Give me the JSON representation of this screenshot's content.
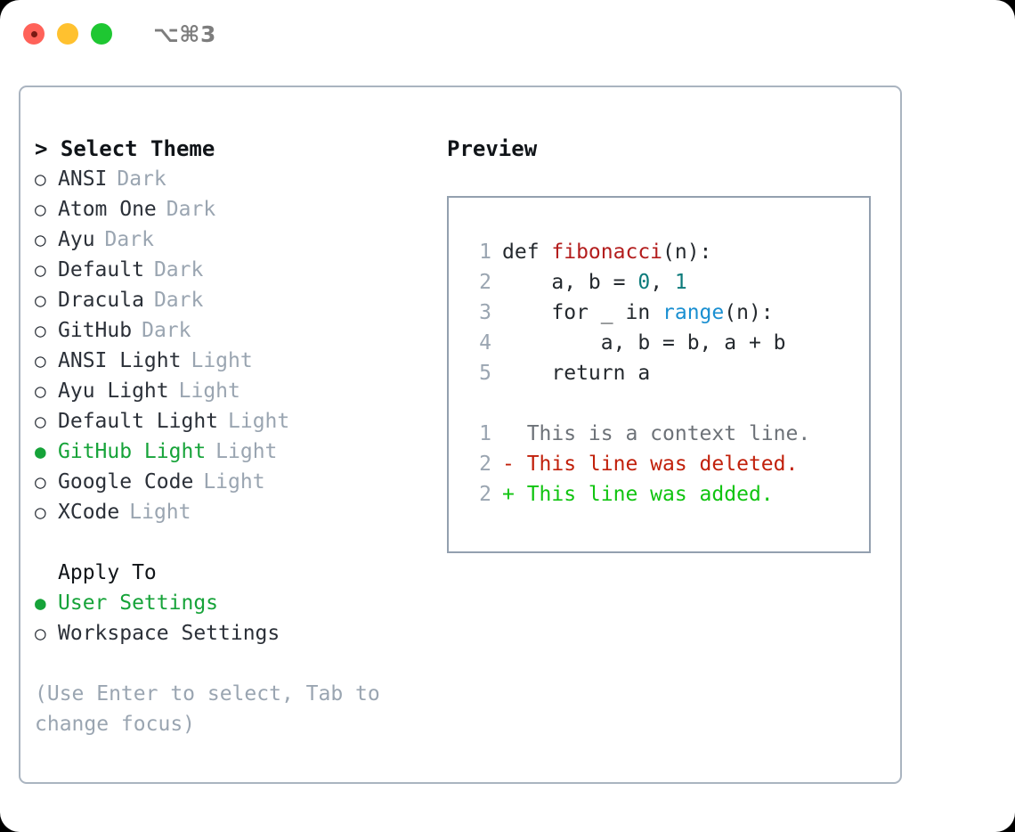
{
  "titlebar": {
    "shortcut": "⌥⌘3",
    "buttons": [
      {
        "name": "close",
        "color": "#ff6259"
      },
      {
        "name": "minimize",
        "color": "#ffc12f"
      },
      {
        "name": "maximize",
        "color": "#1ec732"
      }
    ]
  },
  "theme_picker": {
    "heading": "> Select Theme",
    "options": [
      {
        "bullet": "○",
        "label": "ANSI",
        "tag": "Dark",
        "selected": false
      },
      {
        "bullet": "○",
        "label": "Atom One",
        "tag": "Dark",
        "selected": false
      },
      {
        "bullet": "○",
        "label": "Ayu",
        "tag": "Dark",
        "selected": false
      },
      {
        "bullet": "○",
        "label": "Default",
        "tag": "Dark",
        "selected": false
      },
      {
        "bullet": "○",
        "label": "Dracula",
        "tag": "Dark",
        "selected": false
      },
      {
        "bullet": "○",
        "label": "GitHub",
        "tag": "Dark",
        "selected": false
      },
      {
        "bullet": "○",
        "label": "ANSI Light",
        "tag": "Light",
        "selected": false
      },
      {
        "bullet": "○",
        "label": "Ayu Light",
        "tag": "Light",
        "selected": false
      },
      {
        "bullet": "○",
        "label": "Default Light",
        "tag": "Light",
        "selected": false
      },
      {
        "bullet": "●",
        "label": "GitHub Light",
        "tag": "Light",
        "selected": true
      },
      {
        "bullet": "○",
        "label": "Google Code",
        "tag": "Light",
        "selected": false
      },
      {
        "bullet": "○",
        "label": "XCode",
        "tag": "Light",
        "selected": false
      }
    ]
  },
  "apply_to": {
    "heading": "Apply To",
    "options": [
      {
        "bullet": "●",
        "label": "User Settings",
        "selected": true
      },
      {
        "bullet": "○",
        "label": "Workspace Settings",
        "selected": false
      }
    ]
  },
  "hint": "(Use Enter to select, Tab to change focus)",
  "preview": {
    "heading": "Preview",
    "code_lines": [
      {
        "num": "1",
        "segments": [
          {
            "text": "def ",
            "kind": "plain"
          },
          {
            "text": "fibonacci",
            "kind": "fn"
          },
          {
            "text": "(n):",
            "kind": "plain"
          }
        ]
      },
      {
        "num": "2",
        "segments": [
          {
            "text": "    a, b = ",
            "kind": "plain"
          },
          {
            "text": "0",
            "kind": "num"
          },
          {
            "text": ", ",
            "kind": "plain"
          },
          {
            "text": "1",
            "kind": "num"
          }
        ]
      },
      {
        "num": "3",
        "segments": [
          {
            "text": "    for _ in ",
            "kind": "plain"
          },
          {
            "text": "range",
            "kind": "call"
          },
          {
            "text": "(n):",
            "kind": "plain"
          }
        ]
      },
      {
        "num": "4",
        "segments": [
          {
            "text": "        a, b = b, a + b",
            "kind": "plain"
          }
        ]
      },
      {
        "num": "5",
        "segments": [
          {
            "text": "    return a",
            "kind": "plain"
          }
        ]
      }
    ],
    "diff_lines": [
      {
        "num": "1",
        "marker": " ",
        "text": "  This is a context line.",
        "kind": "ctx"
      },
      {
        "num": "2",
        "marker": "-",
        "text": "- This line was deleted.",
        "kind": "del"
      },
      {
        "num": "2",
        "marker": "+",
        "text": "+ This line was added.",
        "kind": "add"
      }
    ]
  },
  "colors": {
    "accent_green": "#16a339",
    "tag_gray": "#9aa5b1",
    "panel_border": "#aab4c0",
    "preview_border": "#93a0af",
    "diff_deleted": "#c1200b",
    "diff_added": "#10c410",
    "syntax_function": "#b31d1d",
    "syntax_number": "#0d7b7b",
    "syntax_call": "#1a8fd1"
  }
}
